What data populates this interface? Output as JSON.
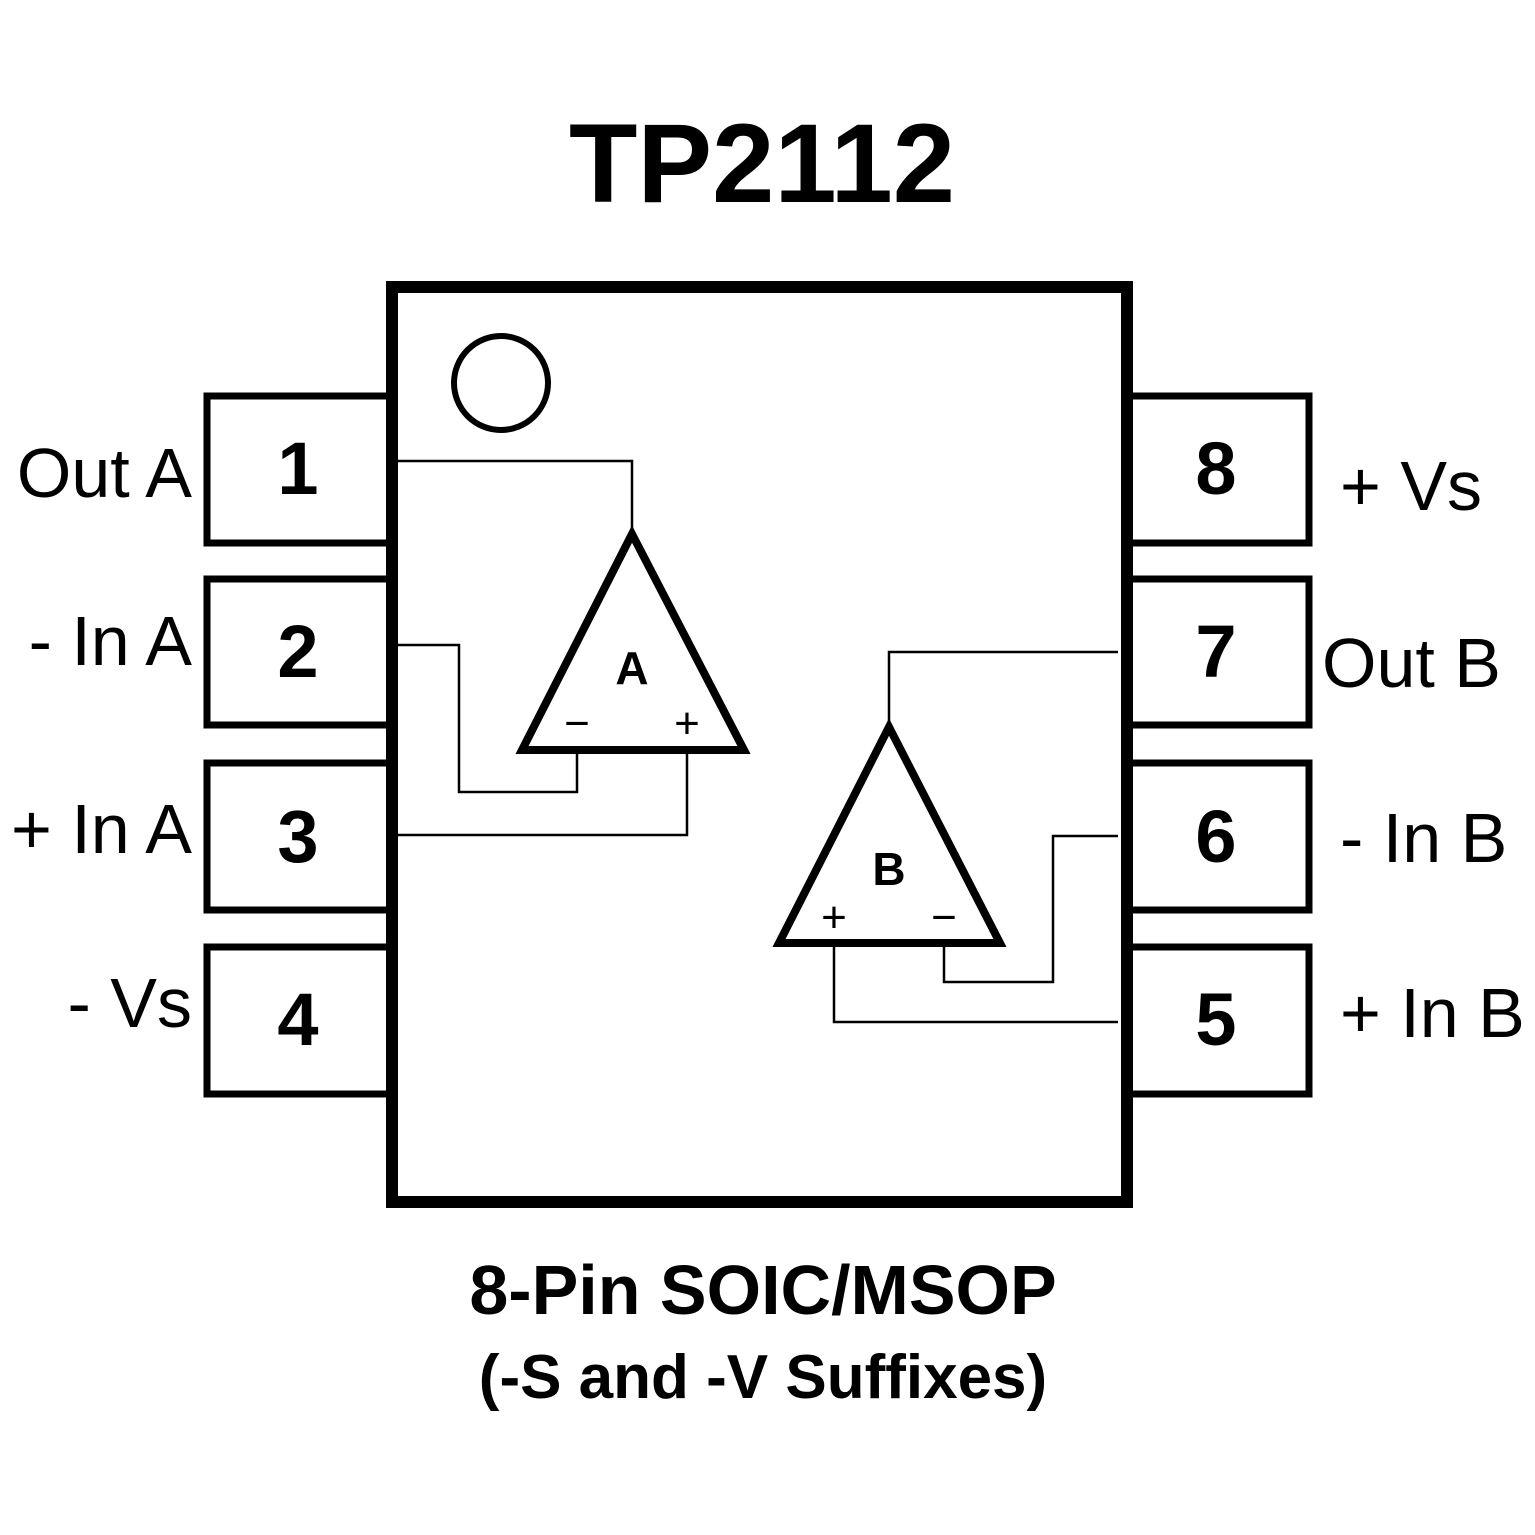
{
  "title": "TP2112",
  "package": "8-Pin SOIC/MSOP",
  "suffixes": "(-S and -V Suffixes)",
  "amplifiers": {
    "a": {
      "label": "A",
      "minus": "−",
      "plus": "+"
    },
    "b": {
      "label": "B",
      "minus": "−",
      "plus": "+"
    }
  },
  "pins": [
    {
      "number": "1",
      "label": "Out A"
    },
    {
      "number": "2",
      "label": "- In A"
    },
    {
      "number": "3",
      "label": "+ In A"
    },
    {
      "number": "4",
      "label": "- Vs"
    },
    {
      "number": "5",
      "label": "+ In B"
    },
    {
      "number": "6",
      "label": "- In B"
    },
    {
      "number": "7",
      "label": "Out B"
    },
    {
      "number": "8",
      "label": "+ Vs"
    }
  ]
}
